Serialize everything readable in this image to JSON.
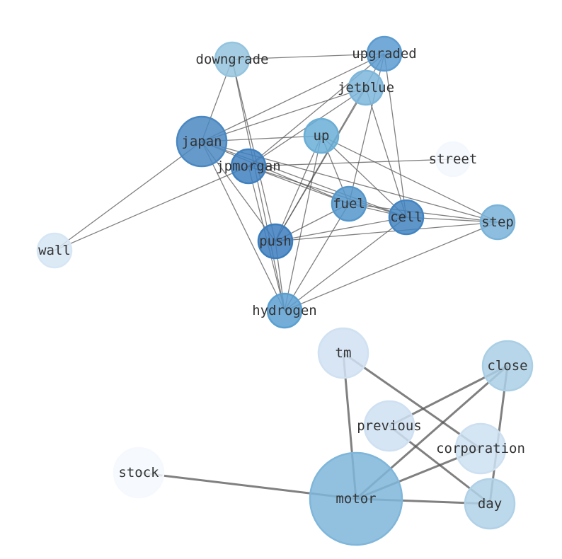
{
  "nodes": [
    {
      "id": "downgrade",
      "label": "downgrade",
      "color": "#94c4df"
    },
    {
      "id": "upgraded",
      "label": "upgraded",
      "color": "#5b9bd0"
    },
    {
      "id": "jetblue",
      "label": "jetblue",
      "color": "#7cb6da"
    },
    {
      "id": "japan",
      "label": "japan",
      "color": "#4a88c2"
    },
    {
      "id": "up",
      "label": "up",
      "color": "#6aaed6"
    },
    {
      "id": "jpmorgan",
      "label": "jpmorgan",
      "color": "#3f80bf"
    },
    {
      "id": "street",
      "label": "street",
      "color": "#f3f8fe"
    },
    {
      "id": "fuel",
      "label": "fuel",
      "color": "#5597cb"
    },
    {
      "id": "cell",
      "label": "cell",
      "color": "#4284c1"
    },
    {
      "id": "step",
      "label": "step",
      "color": "#7ab3d9"
    },
    {
      "id": "push",
      "label": "push",
      "color": "#3b7dbd"
    },
    {
      "id": "wall",
      "label": "wall",
      "color": "#d6e6f4"
    },
    {
      "id": "hydrogen",
      "label": "hydrogen",
      "color": "#5a9fd1"
    },
    {
      "id": "tm",
      "label": "tm",
      "color": "#d0e1f2"
    },
    {
      "id": "close",
      "label": "close",
      "color": "#aacfe5"
    },
    {
      "id": "previous",
      "label": "previous",
      "color": "#cfe0f2"
    },
    {
      "id": "corporation",
      "label": "corporation",
      "color": "#cde0f1"
    },
    {
      "id": "stock",
      "label": "stock",
      "color": "#f5f9fe"
    },
    {
      "id": "motor",
      "label": "motor",
      "color": "#7fb6da"
    },
    {
      "id": "day",
      "label": "day",
      "color": "#b0d1e7"
    }
  ],
  "edges_thin": [
    [
      "downgrade",
      "upgraded"
    ],
    [
      "downgrade",
      "japan"
    ],
    [
      "downgrade",
      "push"
    ],
    [
      "downgrade",
      "hydrogen"
    ],
    [
      "upgraded",
      "japan"
    ],
    [
      "upgraded",
      "jpmorgan"
    ],
    [
      "upgraded",
      "push"
    ],
    [
      "upgraded",
      "cell"
    ],
    [
      "upgraded",
      "fuel"
    ],
    [
      "jetblue",
      "japan"
    ],
    [
      "jetblue",
      "push"
    ],
    [
      "jetblue",
      "cell"
    ],
    [
      "jetblue",
      "jpmorgan"
    ],
    [
      "japan",
      "up"
    ],
    [
      "japan",
      "fuel"
    ],
    [
      "japan",
      "cell"
    ],
    [
      "japan",
      "push"
    ],
    [
      "japan",
      "hydrogen"
    ],
    [
      "japan",
      "wall"
    ],
    [
      "japan",
      "step"
    ],
    [
      "jpmorgan",
      "street"
    ],
    [
      "jpmorgan",
      "wall"
    ],
    [
      "jpmorgan",
      "fuel"
    ],
    [
      "jpmorgan",
      "cell"
    ],
    [
      "jpmorgan",
      "hydrogen"
    ],
    [
      "up",
      "push"
    ],
    [
      "up",
      "hydrogen"
    ],
    [
      "up",
      "fuel"
    ],
    [
      "up",
      "cell"
    ],
    [
      "up",
      "step"
    ],
    [
      "fuel",
      "push"
    ],
    [
      "fuel",
      "cell"
    ],
    [
      "fuel",
      "step"
    ],
    [
      "fuel",
      "hydrogen"
    ],
    [
      "cell",
      "push"
    ],
    [
      "cell",
      "step"
    ],
    [
      "cell",
      "hydrogen"
    ],
    [
      "push",
      "step"
    ],
    [
      "step",
      "hydrogen"
    ],
    [
      "push",
      "hydrogen"
    ]
  ],
  "edges_thick": [
    [
      "stock",
      "motor"
    ],
    [
      "motor",
      "tm"
    ],
    [
      "motor",
      "close"
    ],
    [
      "motor",
      "corporation"
    ],
    [
      "motor",
      "day"
    ],
    [
      "tm",
      "corporation"
    ],
    [
      "previous",
      "close"
    ],
    [
      "previous",
      "day"
    ],
    [
      "close",
      "day"
    ]
  ]
}
